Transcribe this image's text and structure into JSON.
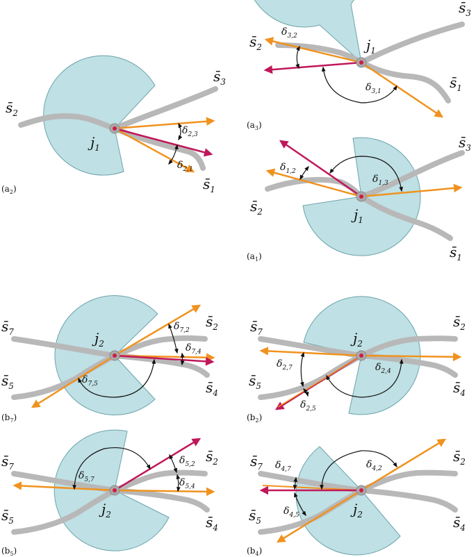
{
  "colors": {
    "road": "#b8b8b8",
    "sector_fill": "#bfe0e4",
    "orange_arrow": "#f0921e",
    "red_arrow": "#c0175a",
    "junction": "#d21a44"
  },
  "panels": {
    "a2": {
      "tag": "(a",
      "tag_sub": "2",
      "junction": "j",
      "junction_sub": "1",
      "roads": [
        {
          "name": "s̄",
          "sub": "2"
        },
        {
          "name": "s̄",
          "sub": "3"
        },
        {
          "name": "s̄",
          "sub": "1"
        }
      ],
      "angles": [
        {
          "name": "δ",
          "sub": "2,3"
        },
        {
          "name": "δ",
          "sub": "2,1"
        }
      ]
    },
    "a3": {
      "tag": "(a",
      "tag_sub": "3",
      "junction": "j",
      "junction_sub": "1",
      "roads": [
        {
          "name": "s̄",
          "sub": "2"
        },
        {
          "name": "s̄",
          "sub": "3"
        },
        {
          "name": "s̄",
          "sub": "1"
        }
      ],
      "angles": [
        {
          "name": "δ",
          "sub": "3,2"
        },
        {
          "name": "δ",
          "sub": "3,1"
        }
      ]
    },
    "a1": {
      "tag": "(a",
      "tag_sub": "1",
      "junction": "j",
      "junction_sub": "1",
      "roads": [
        {
          "name": "s̄",
          "sub": "2"
        },
        {
          "name": "s̄",
          "sub": "3"
        },
        {
          "name": "s̄",
          "sub": "1"
        }
      ],
      "angles": [
        {
          "name": "δ",
          "sub": "1,2"
        },
        {
          "name": "δ",
          "sub": "1,3"
        }
      ]
    },
    "b7": {
      "tag": "(b",
      "tag_sub": "7",
      "junction": "j",
      "junction_sub": "2",
      "roads": [
        {
          "name": "s̄",
          "sub": "7"
        },
        {
          "name": "s̄",
          "sub": "2"
        },
        {
          "name": "s̄",
          "sub": "5"
        },
        {
          "name": "s̄",
          "sub": "4"
        }
      ],
      "angles": [
        {
          "name": "δ",
          "sub": "7,2"
        },
        {
          "name": "δ",
          "sub": "7,4"
        },
        {
          "name": "δ",
          "sub": "7,5"
        }
      ]
    },
    "b2": {
      "tag": "(b",
      "tag_sub": "2",
      "junction": "j",
      "junction_sub": "2",
      "roads": [
        {
          "name": "s̄",
          "sub": "7"
        },
        {
          "name": "s̄",
          "sub": "2"
        },
        {
          "name": "s̄",
          "sub": "5"
        },
        {
          "name": "s̄",
          "sub": "4"
        }
      ],
      "angles": [
        {
          "name": "δ",
          "sub": "2,7"
        },
        {
          "name": "δ",
          "sub": "2,4"
        },
        {
          "name": "δ",
          "sub": "2,5"
        }
      ]
    },
    "b5": {
      "tag": "(b",
      "tag_sub": "5",
      "junction": "j",
      "junction_sub": "2",
      "roads": [
        {
          "name": "s̄",
          "sub": "7"
        },
        {
          "name": "s̄",
          "sub": "2"
        },
        {
          "name": "s̄",
          "sub": "5"
        },
        {
          "name": "s̄",
          "sub": "4"
        }
      ],
      "angles": [
        {
          "name": "δ",
          "sub": "5,7"
        },
        {
          "name": "δ",
          "sub": "5,2"
        },
        {
          "name": "δ",
          "sub": "5,4"
        }
      ]
    },
    "b4": {
      "tag": "(b",
      "tag_sub": "4",
      "junction": "j",
      "junction_sub": "2",
      "roads": [
        {
          "name": "s̄",
          "sub": "7"
        },
        {
          "name": "s̄",
          "sub": "2"
        },
        {
          "name": "s̄",
          "sub": "5"
        },
        {
          "name": "s̄",
          "sub": "4"
        }
      ],
      "angles": [
        {
          "name": "δ",
          "sub": "4,7"
        },
        {
          "name": "δ",
          "sub": "4,2"
        },
        {
          "name": "δ",
          "sub": "4,5"
        }
      ]
    }
  }
}
